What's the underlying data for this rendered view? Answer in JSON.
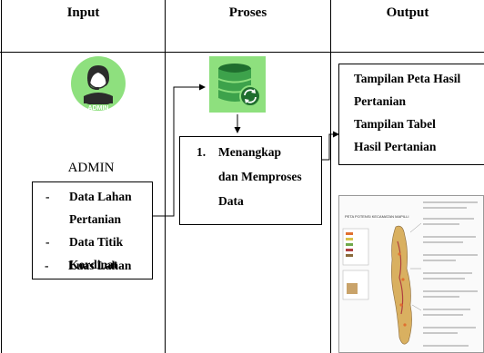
{
  "headers": {
    "input": "Input",
    "proses": "Proses",
    "output": "Output"
  },
  "input": {
    "admin_badge": "ADMIN",
    "admin_label": "ADMIN",
    "list_items": [
      "Data Lahan",
      "Pertanian",
      "Data Titik",
      "Kordinat",
      "Luas Lahan"
    ],
    "bullet": "-"
  },
  "proses": {
    "step_number": "1.",
    "step_lines": [
      "Menangkap",
      "dan Memproses",
      "Data"
    ]
  },
  "output": {
    "lines": [
      "Tampilan Peta Hasil",
      "Pertanian",
      "Tampilan Tabel",
      "Hasil Pertanian"
    ],
    "map_title": "PETA POTENSI KECAMATAN MAPILLI"
  },
  "colors": {
    "icon_green": "#8ee07e",
    "db_dark": "#1f6e2e",
    "db_light": "#3da24b",
    "avatar_dark": "#2b2b2b"
  }
}
